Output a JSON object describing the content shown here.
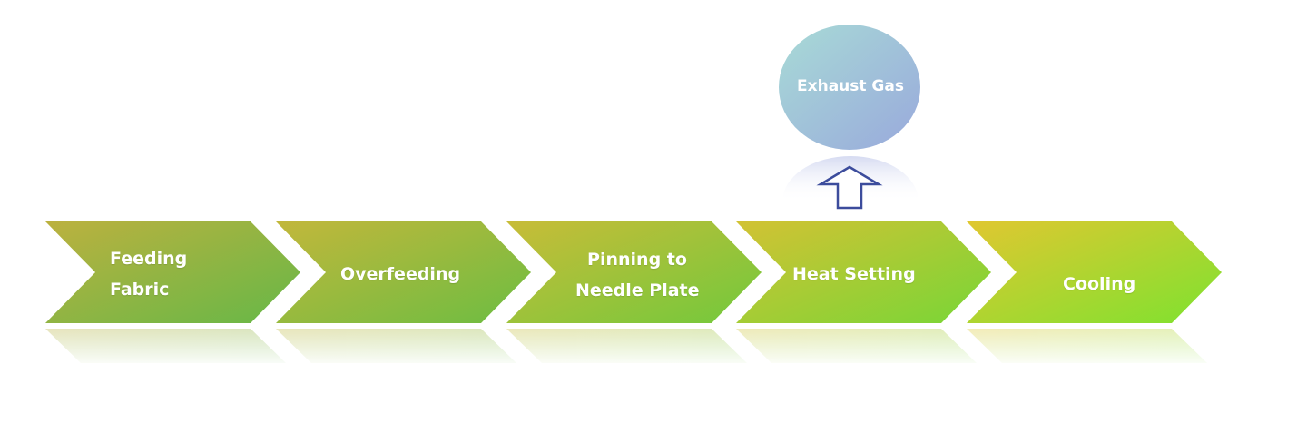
{
  "steps": [
    {
      "line1": "Feeding",
      "line2": "Fabric"
    },
    {
      "line1": "Overfeeding",
      "line2": ""
    },
    {
      "line1": "Pinning to",
      "line2": "Needle Plate"
    },
    {
      "line1": "Heat Setting",
      "line2": ""
    },
    {
      "line1": "Cooling",
      "line2": ""
    }
  ],
  "byproduct": {
    "label": "Exhaust Gas",
    "from_step": 4,
    "arrow_direction": "up"
  },
  "colors": {
    "chevron_start_1": "#bcb23f",
    "chevron_end_1": "#6ab845",
    "chevron_start_5": "#e2c831",
    "chevron_end_5": "#7fe230",
    "bubble_top": "#a6d8d8",
    "bubble_bottom": "#9cacdc",
    "arrow_stroke": "#3b4b9a"
  }
}
